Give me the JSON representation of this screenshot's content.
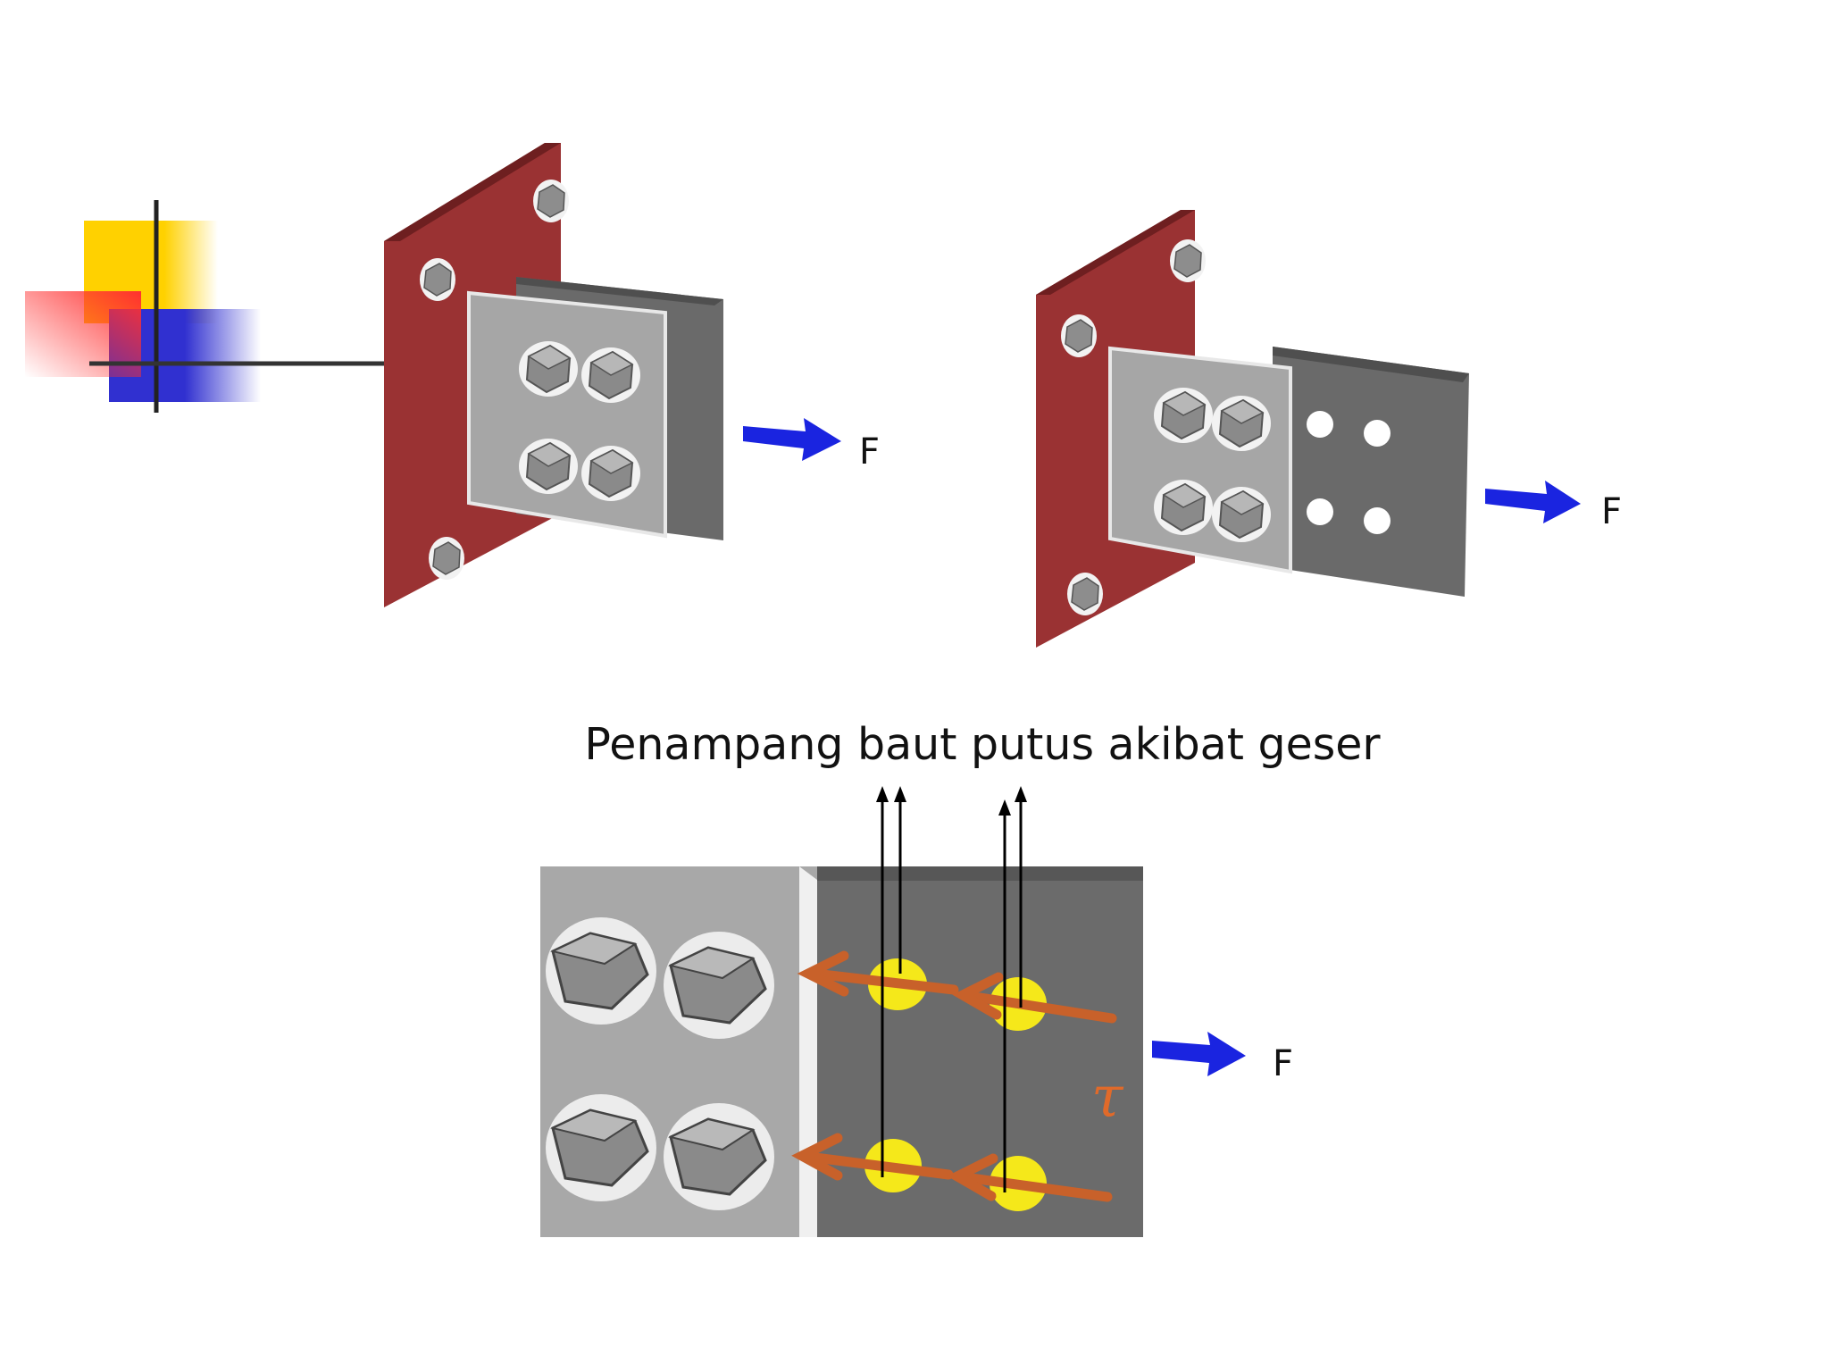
{
  "diagram": {
    "caption": "Penampang baut putus akibat geser",
    "force_label": "F",
    "shear_symbol": "τ",
    "colors": {
      "column_plate": "#9a3233",
      "plate_light": "#a6a6a6",
      "plate_dark": "#6b6b6b",
      "bolt": "#8c8c8c",
      "force_arrow": "#1a24e0",
      "shear_arrow": "#c8612a",
      "sheared_bolt": "#f5e81a",
      "shear_symbol": "#e06a2a",
      "deco_yellow": "#ffd100",
      "deco_red": "#ff3b3b",
      "deco_blue": "#3333cc"
    }
  }
}
